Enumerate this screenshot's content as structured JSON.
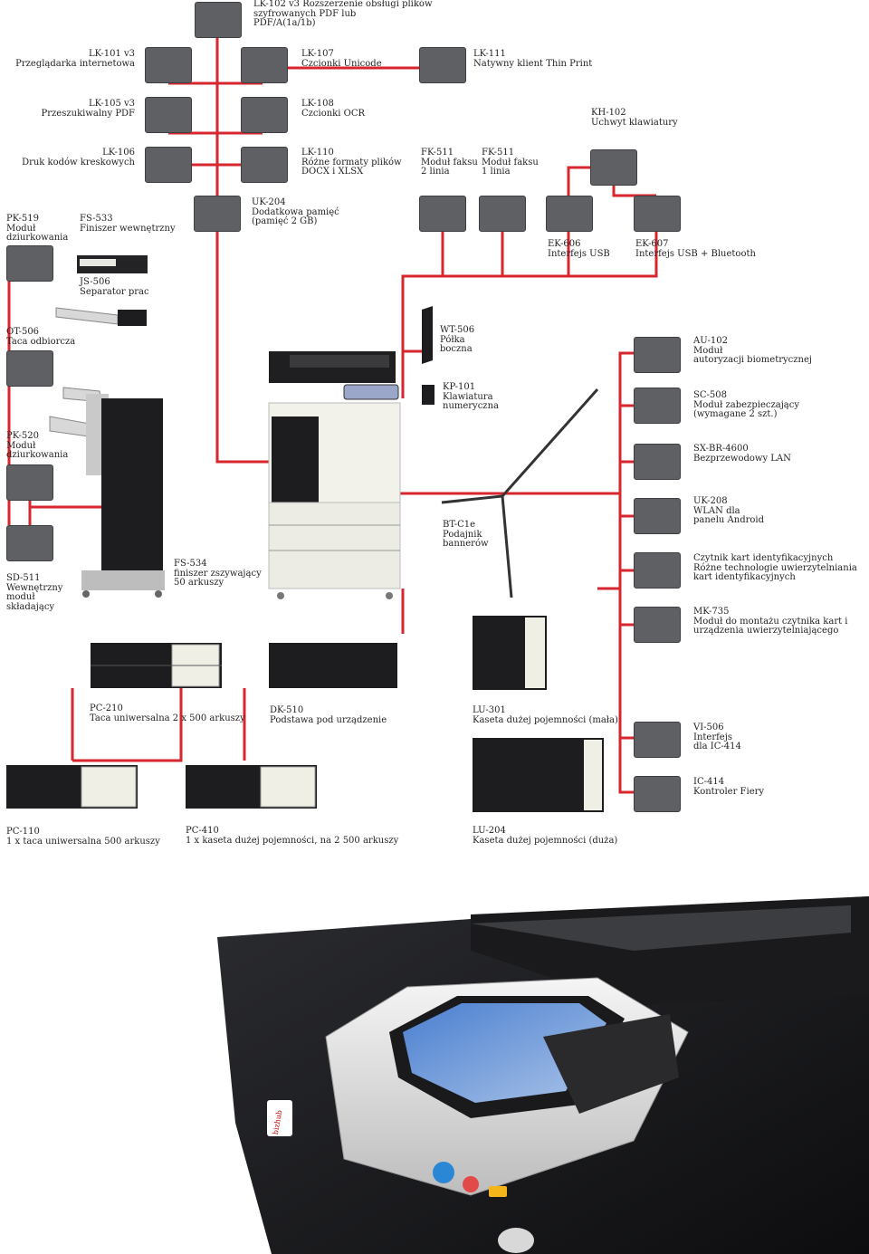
{
  "accent_color": "#d7262e",
  "module_color": "#5e6064",
  "options": {
    "lk102": "LK-102 v3 Rozszerzenie obsługi plików\nszyfrowanych PDF lub\nPDF/A(1a/1b)",
    "lk101": "LK-101 v3\nPrzeglądarka internetowa",
    "lk107": "LK-107\nCzcionki Unicode",
    "lk111": "LK-111\nNatywny klient Thin Print",
    "lk105": "LK-105 v3\nPrzeszukiwalny PDF",
    "lk108": "LK-108\nCzcionki OCR",
    "kh102": "KH-102\nUchwyt klawiatury",
    "lk106": "LK-106\nDruk kodów kreskowych",
    "lk110": "LK-110\nRóżne formaty plików\nDOCX i XLSX",
    "fk511a": "FK-511\nModuł faksu\n2 linia",
    "fk511b": "FK-511\nModuł faksu\n1 linia",
    "pk519": "PK-519\nModuł\ndziurkowania",
    "fs533": "FS-533\nFiniszer wewnętrzny",
    "uk204": "UK-204\nDodatkowa pamięć\n(pamięć 2 GB)",
    "ek606": "EK-606\nInterfejs USB",
    "ek607": "EK-607\nInterfejs USB + Bluetooth",
    "js506": "JS-506\nSeparator prac",
    "ot506": "OT-506\nTaca odbiorcza",
    "wt506": "WT-506\nPółka\nboczna",
    "au102": "AU-102\nModuł\nautoryzacji biometrycznej",
    "kp101": "KP-101\nKlawiatura\nnumeryczna",
    "sc508": "SC-508\nModuł zabezpieczający\n(wymagane 2 szt.)",
    "pk520": "PK-520\nModuł\ndziurkowania",
    "sxbr": "SX-BR-4600\nBezprzewodowy LAN",
    "uk208": "UK-208\nWLAN dla\npanelu Android",
    "btc1e": "BT-C1e\nPodajnik\nbannerów",
    "cardreader": "Czytnik kart identyfikacyjnych\nRóżne technologie uwierzytelniania\nkart identyfikacyjnych",
    "fs534": "FS-534\nfiniszer zszywający\n50 arkuszy",
    "sd511": "SD-511\nWewnętrzny\nmoduł\nskładający",
    "mk735": "MK-735\nModuł do montażu czytnika kart i\nurządzenia uwierzytelniającego",
    "pc210": "PC-210\nTaca uniwersalna 2 x 500 arkuszy",
    "dk510": "DK-510\nPodstawa pod urządzenie",
    "lu301": "LU-301\nKaseta dużej pojemności (mała)",
    "vi506": "VI-506\nInterfejs\ndla IC-414",
    "ic414": "IC-414\nKontroler Fiery",
    "pc110": "PC-110\n1 x taca uniwersalna 500 arkuszy",
    "pc410": "PC-410\n1 x kaseta dużej pojemności, na 2 500 arkuszy",
    "lu204": "LU-204\nKaseta dużej pojemności (duża)"
  }
}
